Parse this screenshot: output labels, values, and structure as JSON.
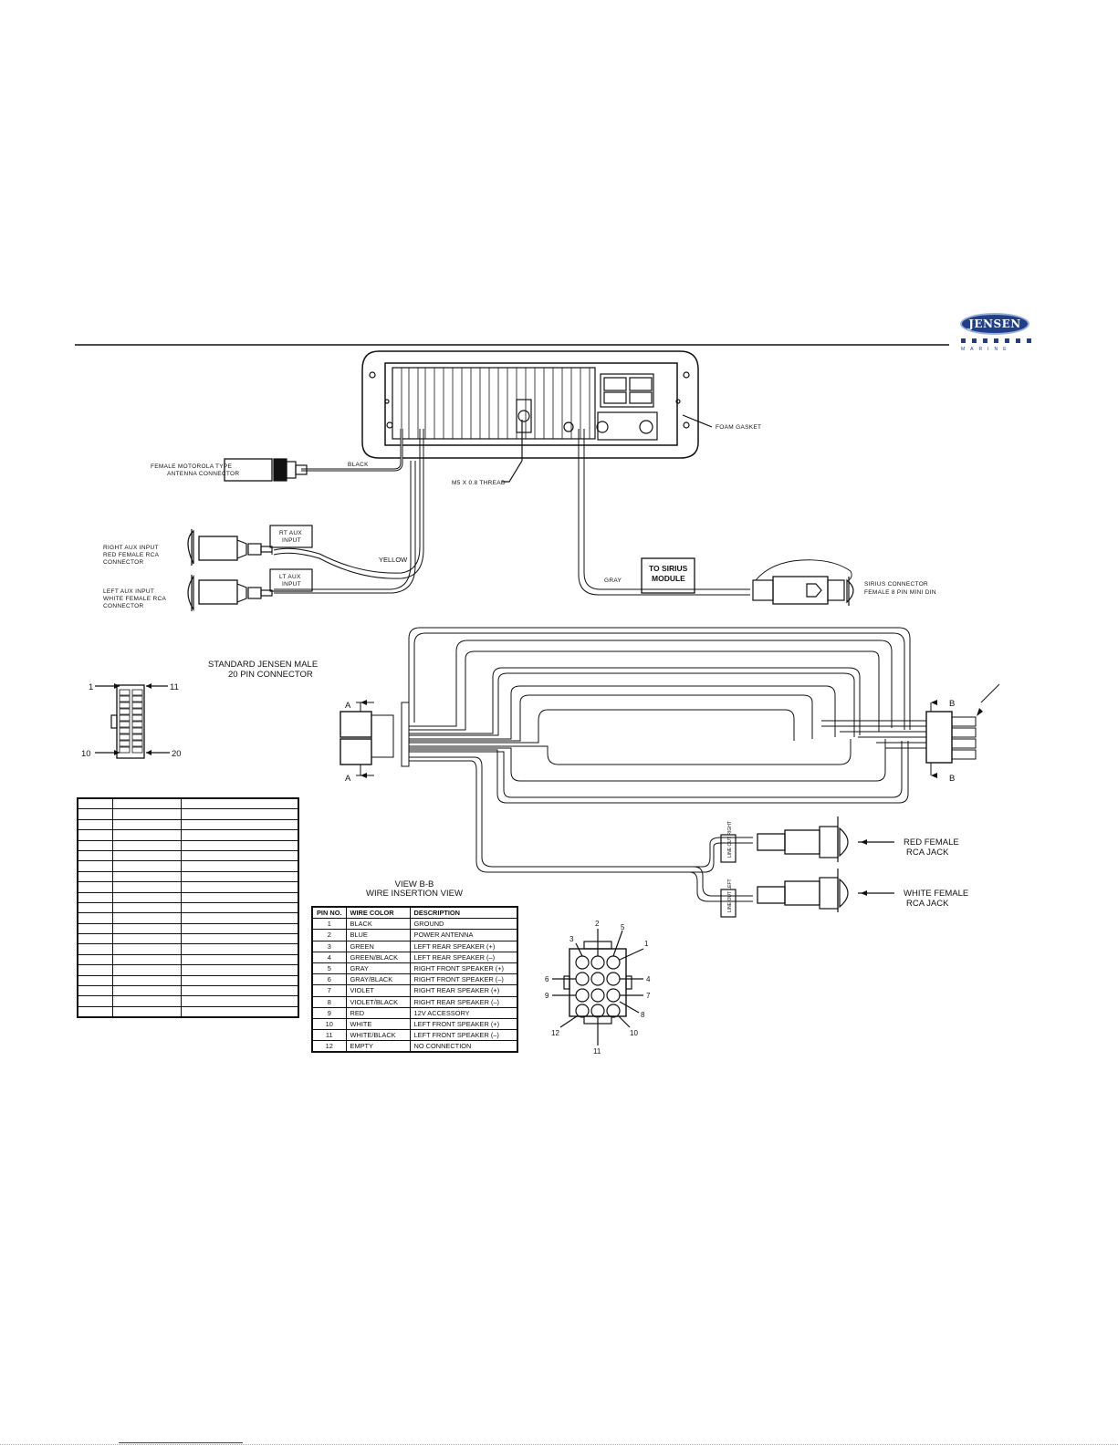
{
  "brand": {
    "name": "JENSEN",
    "sub": "MARINE"
  },
  "labels": {
    "foam_gasket": "FOAM GASKET",
    "thread": "M5 X 0.8 THREAD",
    "antenna_connector": [
      "FEMALE MOTOROLA TYPE",
      "ANTENNA CONNECTOR"
    ],
    "black": "BLACK",
    "yellow": "YELLOW",
    "gray": "GRAY",
    "right_aux": [
      "RIGHT AUX INPUT",
      "RED FEMALE RCA",
      "CONNECTOR"
    ],
    "left_aux": [
      "LEFT AUX INPUT",
      "WHITE FEMALE RCA",
      "CONNECTOR"
    ],
    "rt_aux_box": [
      "RT AUX",
      "INPUT"
    ],
    "lt_aux_box": [
      "LT AUX",
      "INPUT"
    ],
    "sirius_module": [
      "TO SIRIUS",
      "MODULE"
    ],
    "sirius_connector": [
      "SIRIUS CONNECTOR",
      "FEMALE 8 PIN MINI DIN"
    ],
    "standard_connector": [
      "STANDARD JENSEN MALE",
      "20 PIN CONNECTOR"
    ],
    "a_marker": "A",
    "b_marker": "B",
    "pin_1": "1",
    "pin_11": "11",
    "pin_10": "10",
    "pin_20": "20",
    "red_jack": [
      "RED FEMALE",
      "RCA JACK"
    ],
    "white_jack": [
      "WHITE FEMALE",
      "RCA JACK"
    ],
    "line_out_right": "LINE OUT RIGHT",
    "line_out_left": "LINE OUT LEFT",
    "view_title": [
      "VIEW B-B",
      "WIRE INSERTION VIEW"
    ]
  },
  "connector_numbers": [
    "2",
    "5",
    "3",
    "1",
    "6",
    "4",
    "9",
    "7",
    "8",
    "12",
    "10",
    "11"
  ],
  "pin_table": {
    "headers": [
      "PIN NO.",
      "WIRE COLOR",
      "DESCRIPTION"
    ],
    "rows": [
      [
        "1",
        "BLACK",
        "GROUND"
      ],
      [
        "2",
        "BLUE",
        "POWER ANTENNA"
      ],
      [
        "3",
        "GREEN",
        "LEFT REAR SPEAKER (+)"
      ],
      [
        "4",
        "GREEN/BLACK",
        "LEFT REAR SPEAKER (–)"
      ],
      [
        "5",
        "GRAY",
        "RIGHT FRONT SPEAKER (+)"
      ],
      [
        "6",
        "GRAY/BLACK",
        "RIGHT FRONT SPEAKER (–)"
      ],
      [
        "7",
        "VIOLET",
        "RIGHT REAR SPEAKER (+)"
      ],
      [
        "8",
        "VIOLET/BLACK",
        "RIGHT REAR SPEAKER (–)"
      ],
      [
        "9",
        "RED",
        "12V ACCESSORY"
      ],
      [
        "10",
        "WHITE",
        "LEFT FRONT SPEAKER (+)"
      ],
      [
        "11",
        "WHITE/BLACK",
        "LEFT FRONT SPEAKER (–)"
      ],
      [
        "12",
        "EMPTY",
        "NO CONNECTION"
      ]
    ]
  }
}
